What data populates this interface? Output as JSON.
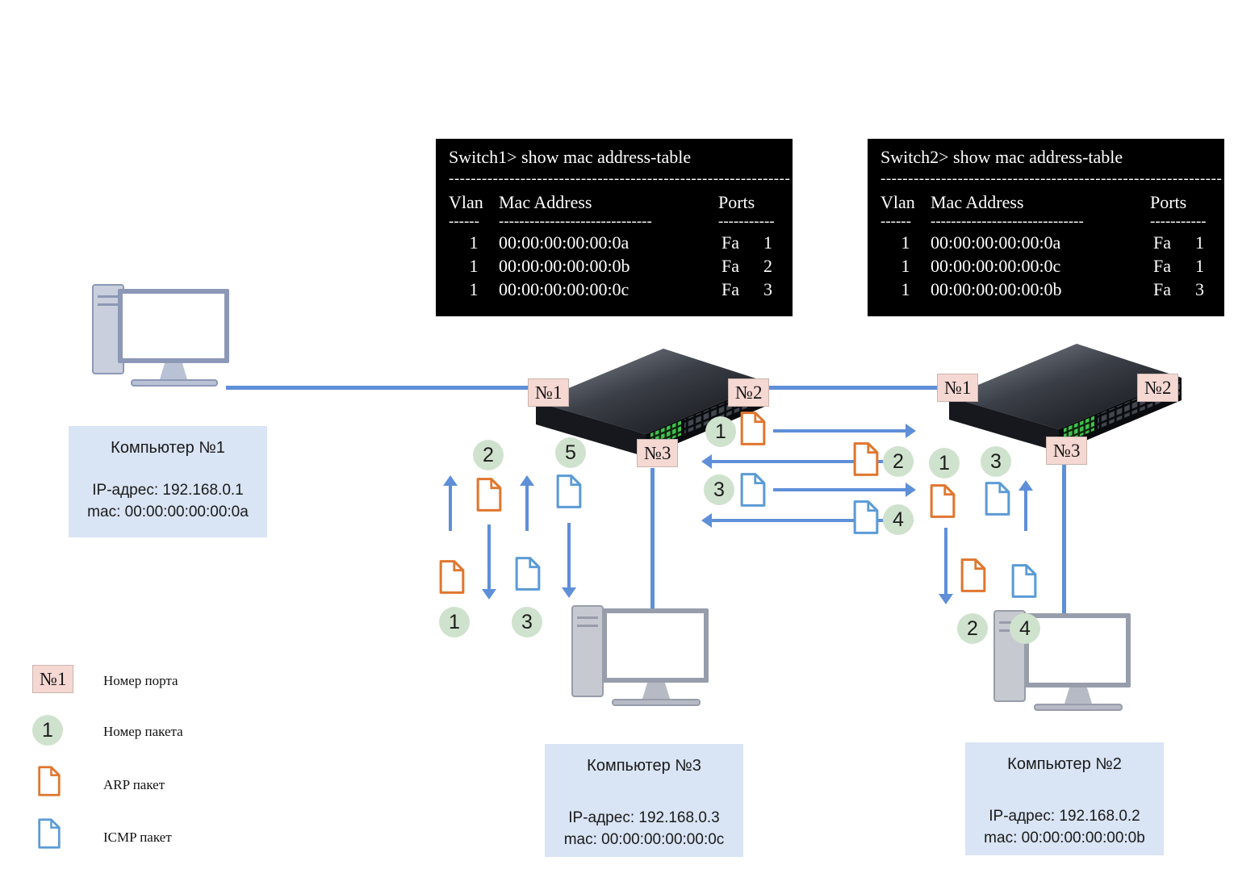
{
  "terminals": [
    {
      "title": "Switch1> show mac address-table",
      "divider": "--------------------------------------------------------------",
      "columns": {
        "vlan": "Vlan",
        "mac": "Mac Address",
        "ports": "Ports"
      },
      "subdivider": {
        "vlan": "------",
        "mac": "------------------------------",
        "ports": "-----------"
      },
      "rows": [
        {
          "vlan": "1",
          "mac": "00:00:00:00:00:0a",
          "iface": "Fa",
          "port": "1"
        },
        {
          "vlan": "1",
          "mac": "00:00:00:00:00:0b",
          "iface": "Fa",
          "port": "2"
        },
        {
          "vlan": "1",
          "mac": "00:00:00:00:00:0c",
          "iface": "Fa",
          "port": "3"
        }
      ]
    },
    {
      "title": "Switch2> show mac address-table",
      "divider": "--------------------------------------------------------------",
      "columns": {
        "vlan": "Vlan",
        "mac": "Mac Address",
        "ports": "Ports"
      },
      "subdivider": {
        "vlan": "------",
        "mac": "------------------------------",
        "ports": "-----------"
      },
      "rows": [
        {
          "vlan": "1",
          "mac": "00:00:00:00:00:0a",
          "iface": "Fa",
          "port": "1"
        },
        {
          "vlan": "1",
          "mac": "00:00:00:00:00:0c",
          "iface": "Fa",
          "port": "1"
        },
        {
          "vlan": "1",
          "mac": "00:00:00:00:00:0b",
          "iface": "Fa",
          "port": "3"
        }
      ]
    }
  ],
  "switches": {
    "sw1_ports": [
      "№1",
      "№2",
      "№3"
    ],
    "sw2_ports": [
      "№1",
      "№2",
      "№3"
    ]
  },
  "computers": {
    "pc1": {
      "title": "Компьютер №1",
      "ip": "IP-адрес: 192.168.0.1",
      "mac": "mac: 00:00:00:00:00:0a"
    },
    "pc3": {
      "title": "Компьютер №3",
      "ip": "IP-адрес: 192.168.0.3",
      "mac": "mac: 00:00:00:00:00:0c"
    },
    "pc2": {
      "title": "Компьютер №2",
      "ip": "IP-адрес: 192.168.0.2",
      "mac": "mac: 00:00:00:00:00:0b"
    }
  },
  "packets": {
    "left": {
      "n1": "1",
      "n2": "2",
      "n3": "3",
      "n5": "5"
    },
    "middle": {
      "n1": "1",
      "n2": "2",
      "n3": "3",
      "n4": "4"
    },
    "right": {
      "n1": "1",
      "n2": "2",
      "n3": "3",
      "n4": "4"
    }
  },
  "legend": {
    "port": {
      "symbol": "№1",
      "label": "Номер порта"
    },
    "packet": {
      "symbol": "1",
      "label": "Номер пакета"
    },
    "arp": {
      "label": "ARP пакет"
    },
    "icmp": {
      "label": "ICMP пакет"
    }
  },
  "colors": {
    "link": "#5e8fd8",
    "arp": "#e0762e",
    "icmp": "#5b9bd5",
    "port_label_bg": "#f6d8d3",
    "packet_bg": "#cfe2cd",
    "infobox_bg": "#d9e4f4",
    "terminal_bg": "#000000"
  }
}
